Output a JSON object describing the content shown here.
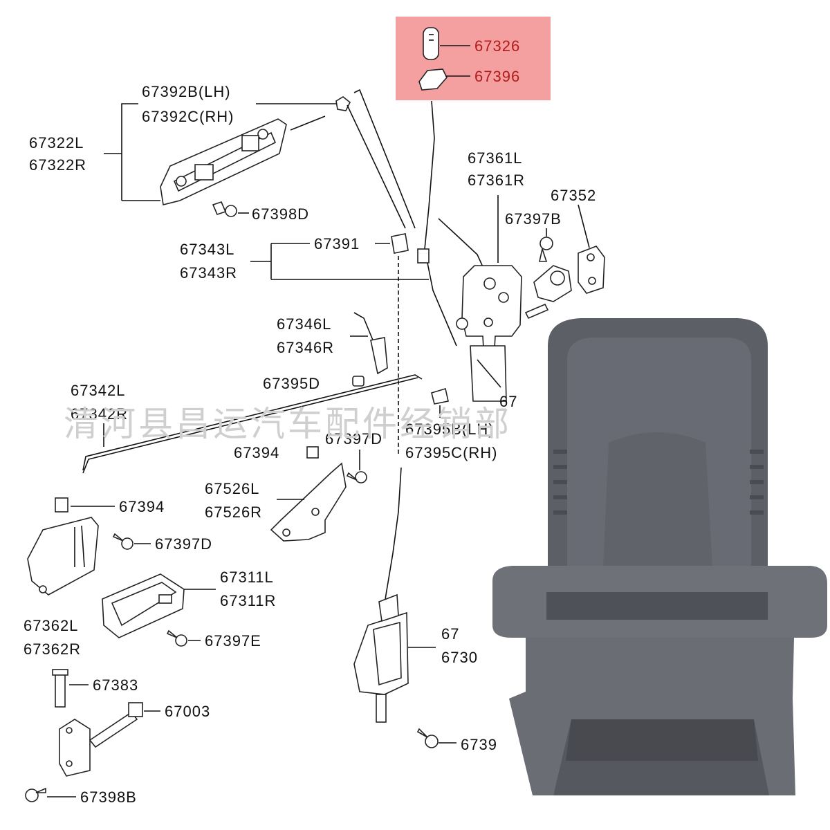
{
  "highlight_color": "#f4a0a0",
  "product_color": "#5c5f66",
  "highlight_labels": [
    "67326",
    "67396"
  ],
  "labels": {
    "p67392b": "67392B(LH)",
    "p67392c": "67392C(RH)",
    "p67322l": "67322L",
    "p67322r": "67322R",
    "p67398d": "67398D",
    "p67361l": "67361L",
    "p67361r": "67361R",
    "p67352": "67352",
    "p67397b": "67397B",
    "p67343l": "67343L",
    "p67343r": "67343R",
    "p67391": "67391",
    "p67346l": "67346L",
    "p67346r": "67346R",
    "p67395d": "67395D",
    "p67342l": "67342L",
    "p67342r": "67342R",
    "p67397d_a": "67397D",
    "p67394_a": "67394",
    "p67395b": "67395B(LH)",
    "p67395c": "67395C(RH)",
    "p67526l": "67526L",
    "p67526r": "67526R",
    "p67394_b": "67394",
    "p67397d_b": "67397D",
    "p67311l": "67311L",
    "p67311r": "67311R",
    "p67362l": "67362L",
    "p67362r": "67362R",
    "p67397e": "67397E",
    "p67383": "67383",
    "p67003": "67003",
    "p67398b": "67398B",
    "p67_cut1": "67",
    "p67_cut2": "67",
    "p6730_cut": "6730",
    "p6739_cut": "6739"
  },
  "watermark": "清河县昌运汽车配件经销部"
}
